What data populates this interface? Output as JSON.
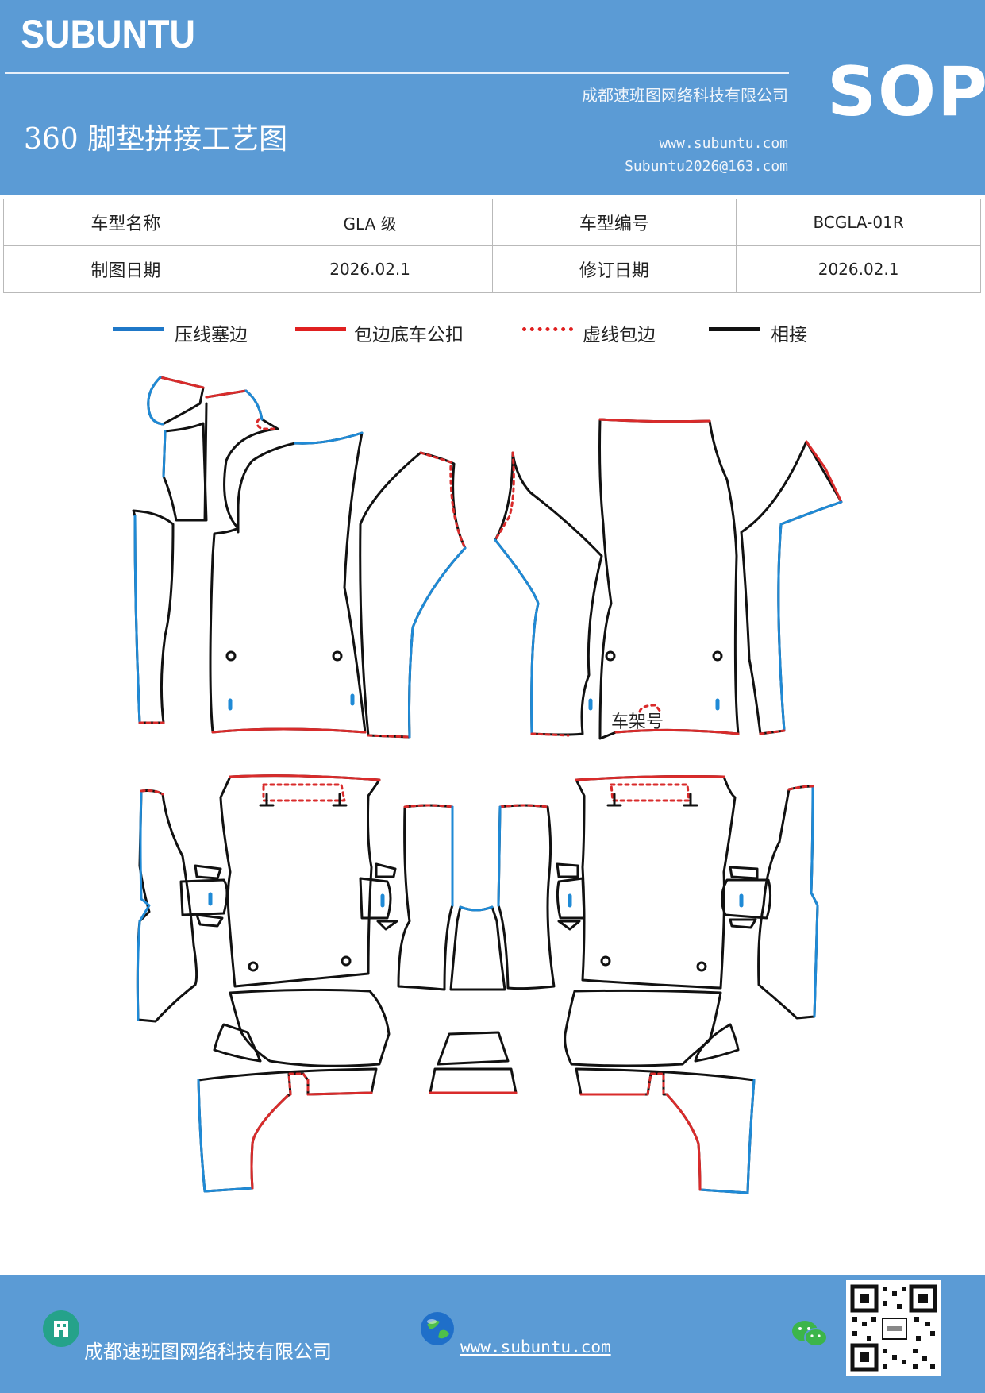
{
  "header": {
    "brand": "SUBUNTU",
    "company": "成都速班图网络科技有限公司",
    "title": "360 脚垫拼接工艺图",
    "website": "www.subuntu.com",
    "email": "Subuntu2026@163.com",
    "badge": "SOP"
  },
  "info": {
    "model_name_label": "车型名称",
    "model_name_value": "GLA 级",
    "model_code_label": "车型编号",
    "model_code_value": "BCGLA-01R",
    "draw_date_label": "制图日期",
    "draw_date_value": "2026.02.1",
    "revise_date_label": "修订日期",
    "revise_date_value": "2026.02.1"
  },
  "legend": [
    {
      "label": "压线塞边",
      "color": "#1f78c8",
      "style": "solid"
    },
    {
      "label": "包边底车公扣",
      "color": "#e02020",
      "style": "solid"
    },
    {
      "label": "虚线包边",
      "color": "#e02020",
      "style": "dotted"
    },
    {
      "label": "相接",
      "color": "#111111",
      "style": "solid"
    }
  ],
  "diagram": {
    "frame_label": "车架号",
    "colors": {
      "press": "#1f8ad6",
      "edge": "#d92b2b",
      "join": "#111111"
    }
  },
  "footer": {
    "company": "成都速班图网络科技有限公司",
    "website": "www.subuntu.com",
    "company_icon": "building-icon",
    "web_icon": "globe-icon",
    "wechat_icon": "wechat-icon",
    "qr_icon": "qr-code-icon"
  }
}
